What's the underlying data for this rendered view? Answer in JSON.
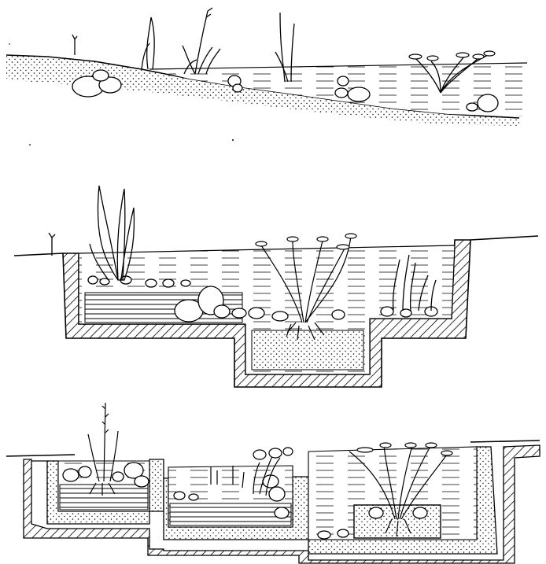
{
  "figure": {
    "panels": [
      {
        "id": "natural-sloped-bank"
      },
      {
        "id": "lined-pond-with-deep-center"
      },
      {
        "id": "stepped-concrete-basins"
      }
    ],
    "colors": {
      "ink": "#000000",
      "paper": "#ffffff"
    },
    "icons": [
      "rock-icon",
      "plant-icon",
      "water-lily-icon"
    ]
  }
}
